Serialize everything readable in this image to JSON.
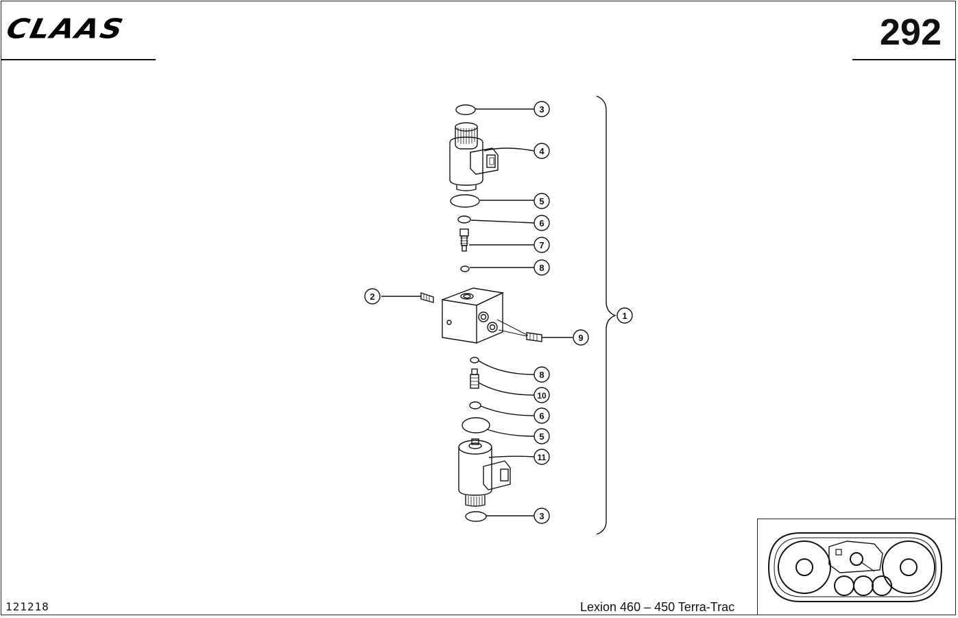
{
  "header": {
    "brand": "CLAAS",
    "page_number": "292"
  },
  "footer": {
    "document_number": "121218",
    "model": "Lexion 460 – 450 Terra-Trac"
  },
  "callouts": [
    {
      "label": "3"
    },
    {
      "label": "4"
    },
    {
      "label": "5"
    },
    {
      "label": "6"
    },
    {
      "label": "7"
    },
    {
      "label": "8"
    },
    {
      "label": "2"
    },
    {
      "label": "1"
    },
    {
      "label": "9"
    },
    {
      "label": "8"
    },
    {
      "label": "10"
    },
    {
      "label": "6"
    },
    {
      "label": "5"
    },
    {
      "label": "11"
    },
    {
      "label": "3"
    }
  ]
}
